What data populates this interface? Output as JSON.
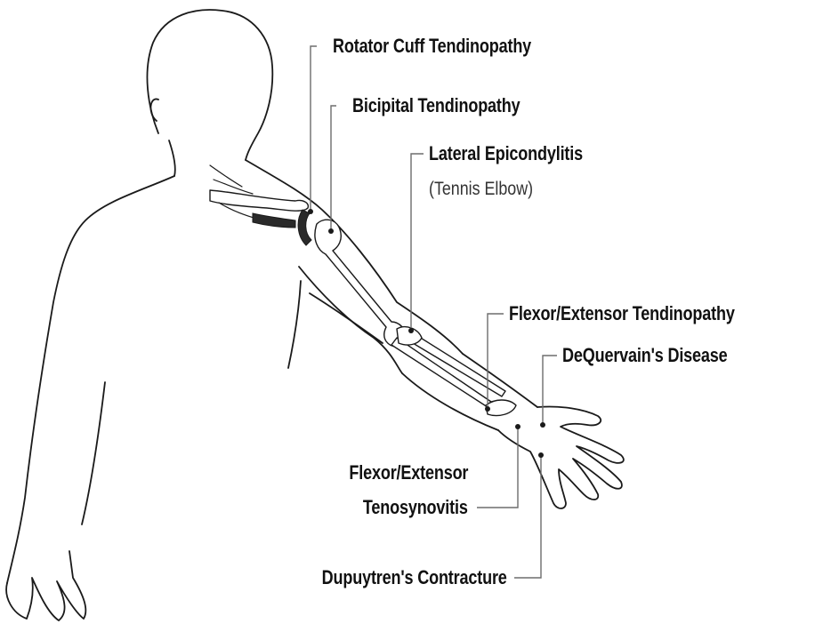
{
  "labels": {
    "rotator_cuff": "Rotator Cuff Tendinopathy",
    "bicipital": "Bicipital Tendinopathy",
    "lateral_epicondylitis": "Lateral Epicondylitis",
    "tennis_elbow": "(Tennis Elbow)",
    "flexor_extensor_tendinopathy": "Flexor/Extensor Tendinopathy",
    "dequervain": "DeQuervain's Disease",
    "flexor_extensor_line1": "Flexor/Extensor",
    "flexor_extensor_line2": "Tenosynovitis",
    "dupuytren": "Dupuytren's Contracture"
  },
  "colors": {
    "outline": "#1a1a1a",
    "leader": "#6d6d6d",
    "text": "#111111"
  }
}
